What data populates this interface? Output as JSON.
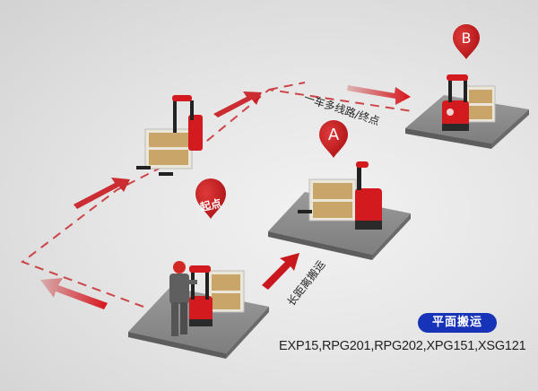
{
  "diagram": {
    "category_badge": "平面搬运",
    "models_text": "EXP15,RPG201,RPG202,XPG151,XSG121",
    "pins": {
      "start": "起点",
      "a": "A",
      "b": "B"
    },
    "route_labels": {
      "multi_route": "一车多线路/终点",
      "long_distance": "长距离搬运"
    },
    "colors": {
      "accent_red": "#c8181e",
      "badge_blue": "#1733b8",
      "platform_gray": "#8c8c8c",
      "background": "#e6e6e6"
    },
    "stations": [
      {
        "id": "start",
        "label": "起点"
      },
      {
        "id": "a",
        "label": "A"
      },
      {
        "id": "b",
        "label": "B"
      }
    ]
  }
}
